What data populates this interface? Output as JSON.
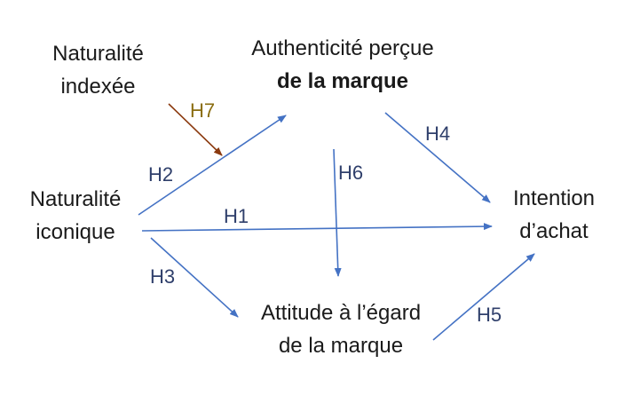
{
  "nodes": {
    "indexed_naturalness": {
      "line1": "Naturalité",
      "line2": "indexée"
    },
    "brand_authenticity": {
      "line1": "Authenticité perçue",
      "line2": "de la marque"
    },
    "iconic_naturalness": {
      "line1": "Naturalité",
      "line2": "iconique"
    },
    "purchase_intention": {
      "line1": "Intention",
      "line2": "d’achat"
    },
    "brand_attitude": {
      "line1": "Attitude à l’égard",
      "line2": "de la marque"
    }
  },
  "hypotheses": {
    "h1": "H1",
    "h2": "H2",
    "h3": "H3",
    "h4": "H4",
    "h5": "H5",
    "h6": "H6",
    "h7": "H7"
  },
  "colors": {
    "arrow": "#4472c4",
    "label": "#2f3f6b",
    "h7_arrow": "#8b3a0f",
    "h7_label": "#8a6d10",
    "text": "#1a1a1a"
  }
}
